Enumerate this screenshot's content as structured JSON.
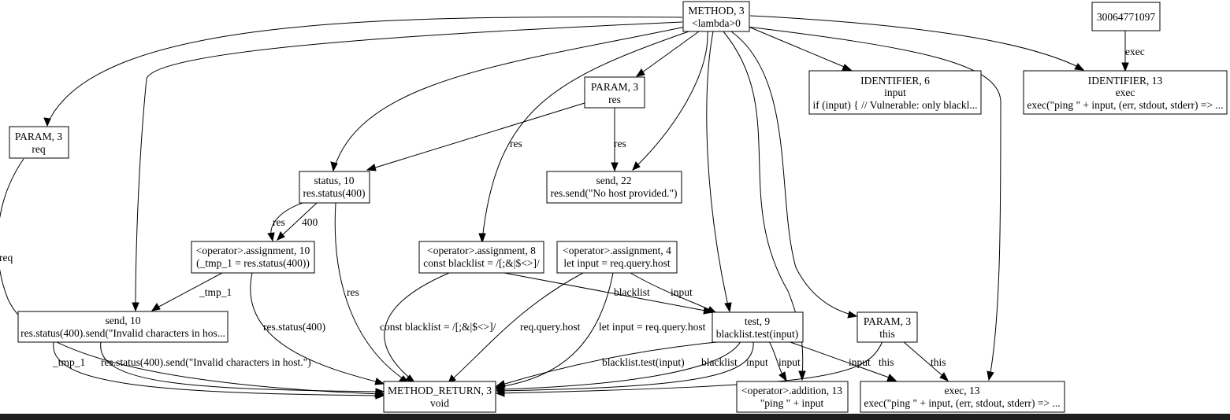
{
  "nodes": {
    "method": {
      "line1": "METHOD, 3",
      "line2": "<lambda>0"
    },
    "ext_id": {
      "line1": "30064771097",
      "line2": ""
    },
    "ident_input": {
      "line1": "IDENTIFIER, 6",
      "line2": "input",
      "line3": "if (input) { // Vulnerable: only blackl..."
    },
    "ident_exec": {
      "line1": "IDENTIFIER, 13",
      "line2": "exec",
      "line3": "exec(\"ping \" + input, (err, stdout, stderr) => ..."
    },
    "param_res": {
      "line1": "PARAM, 3",
      "line2": "res"
    },
    "param_req": {
      "line1": "PARAM, 3",
      "line2": "req"
    },
    "status": {
      "line1": "status, 10",
      "line2": "res.status(400)"
    },
    "send22": {
      "line1": "send, 22",
      "line2": "res.send(\"No host provided.\")"
    },
    "assign10": {
      "line1": "<operator>.assignment, 10",
      "line2": "(_tmp_1 = res.status(400))"
    },
    "assign8": {
      "line1": "<operator>.assignment, 8",
      "line2": "const blacklist = /[;&|$<>]/"
    },
    "assign4": {
      "line1": "<operator>.assignment, 4",
      "line2": "let input = req.query.host"
    },
    "send10": {
      "line1": "send, 10",
      "line2": "res.status(400).send(\"Invalid characters in hos..."
    },
    "test9": {
      "line1": "test, 9",
      "line2": "blacklist.test(input)"
    },
    "param_this": {
      "line1": "PARAM, 3",
      "line2": "this"
    },
    "method_return": {
      "line1": "METHOD_RETURN, 3",
      "line2": "void"
    },
    "addition": {
      "line1": "<operator>.addition, 13",
      "line2": "\"ping \" + input"
    },
    "exec13": {
      "line1": "exec, 13",
      "line2": "exec(\"ping \" + input, (err, stdout, stderr) => ..."
    }
  },
  "edge_labels": {
    "exec": "exec",
    "res": "res",
    "req": "req",
    "n400": "400",
    "tmp1": "_tmp_1",
    "res_status_400": "res.status(400)",
    "blacklist": "blacklist",
    "input": "input",
    "const_blacklist": "const blacklist = /[;&|$<>]/",
    "req_query_host": "req.query.host",
    "let_input": "let input = req.query.host",
    "send_invalid": "res.status(400).send(\"Invalid characters in host.\")",
    "blacklist_test": "blacklist.test(input)",
    "this": "this"
  }
}
